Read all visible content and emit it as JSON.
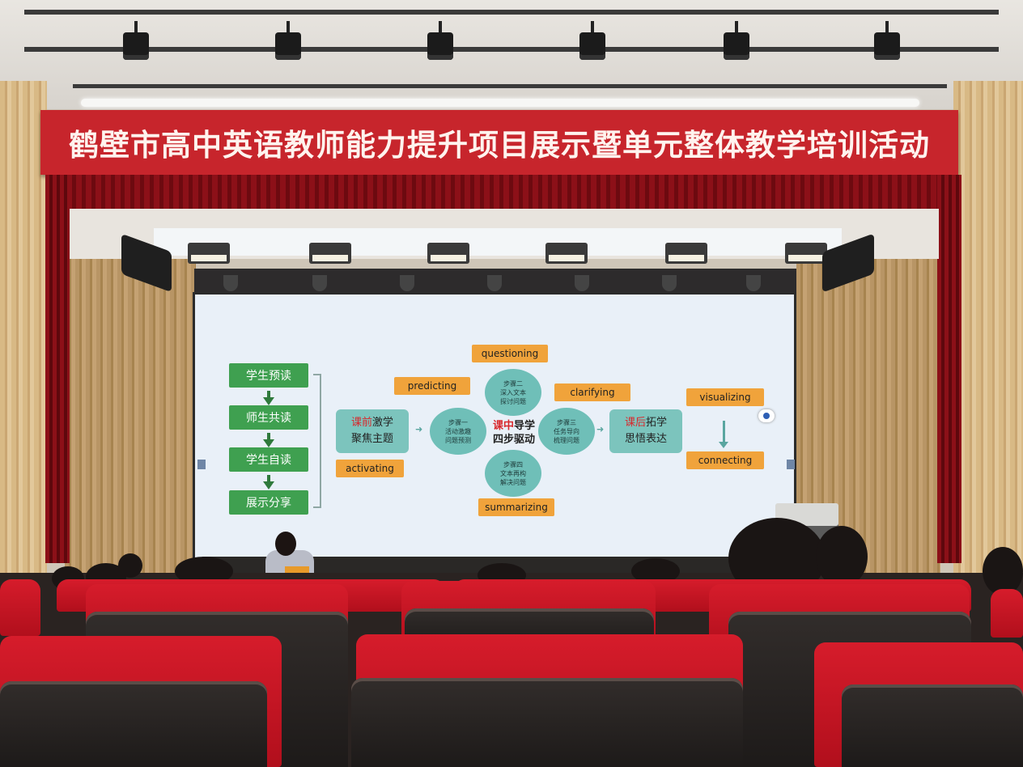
{
  "banner": {
    "text": "鹤壁市高中英语教师能力提升项目展示暨单元整体教学培训活动"
  },
  "screen": {
    "left_steps": [
      "学生预读",
      "师生共读",
      "学生自读",
      "展示分享"
    ],
    "pre_class": {
      "highlight": "课前",
      "rest": "激学",
      "line2": "聚焦主题"
    },
    "post_class": {
      "highlight": "课后",
      "rest": "拓学",
      "line2": "思悟表达"
    },
    "center": {
      "highlight": "课中",
      "rest": "导学",
      "line2": "四步驱动"
    },
    "steps": {
      "step1": [
        "步骤一",
        "活动激趣",
        "问题预测"
      ],
      "step2": [
        "步骤二",
        "深入文本",
        "探讨问题"
      ],
      "step3": [
        "步骤三",
        "任务导向",
        "梳理问题"
      ],
      "step4": [
        "步骤四",
        "文本再构",
        "解决问题"
      ]
    },
    "strategies": {
      "questioning": "questioning",
      "predicting": "predicting",
      "clarifying": "clarifying",
      "activating": "activating",
      "summarizing": "summarizing",
      "visualizing": "visualizing",
      "connecting": "connecting"
    }
  },
  "colors": {
    "banner_red": "#c7252c",
    "seat_red": "#d61c2b",
    "step_green": "#3fa050",
    "strategy_orange": "#f0a33b",
    "teal": "#7cc4bd"
  }
}
